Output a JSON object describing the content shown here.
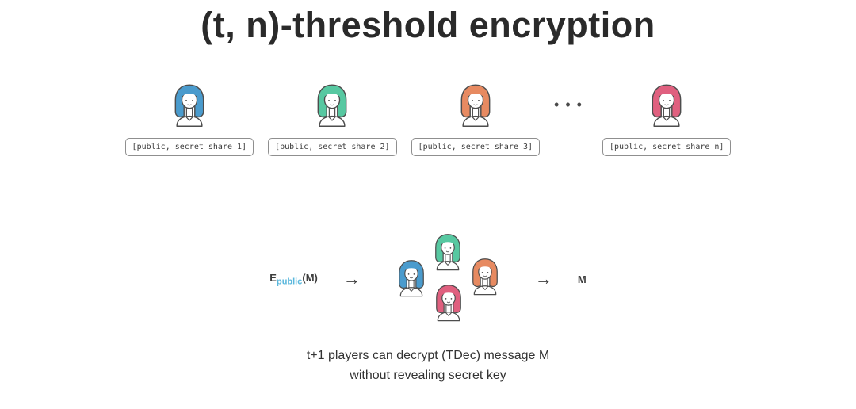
{
  "title": "(t, n)-threshold encryption",
  "top_row": {
    "ellipsis": "•••",
    "players": [
      {
        "id": "1",
        "hair_color": "#4a9bcd",
        "label": "[public, secret_share_1]"
      },
      {
        "id": "2",
        "hair_color": "#57c8a1",
        "label": "[public, secret_share_2]"
      },
      {
        "id": "3",
        "hair_color": "#e78a61",
        "label": "[public, secret_share_3]"
      },
      {
        "id": "n",
        "hair_color": "#e0607f",
        "label": "[public, secret_share_n]"
      }
    ]
  },
  "flow": {
    "encrypt_prefix": "E",
    "encrypt_subscript": "public",
    "encrypt_suffix": "(M)",
    "arrow": "→",
    "result_message": "M",
    "cluster": [
      {
        "position": "top",
        "hair_color": "#57c8a1"
      },
      {
        "position": "left",
        "hair_color": "#4a9bcd"
      },
      {
        "position": "right",
        "hair_color": "#e78a61"
      },
      {
        "position": "bottom",
        "hair_color": "#e0607f"
      }
    ]
  },
  "caption": {
    "line1": "t+1 players can decrypt (TDec) message M",
    "line2": "without revealing secret key"
  },
  "colors": {
    "subscript_blue": "#5bb8dd",
    "outline": "#4d4d4d",
    "text_dark": "#333333"
  }
}
